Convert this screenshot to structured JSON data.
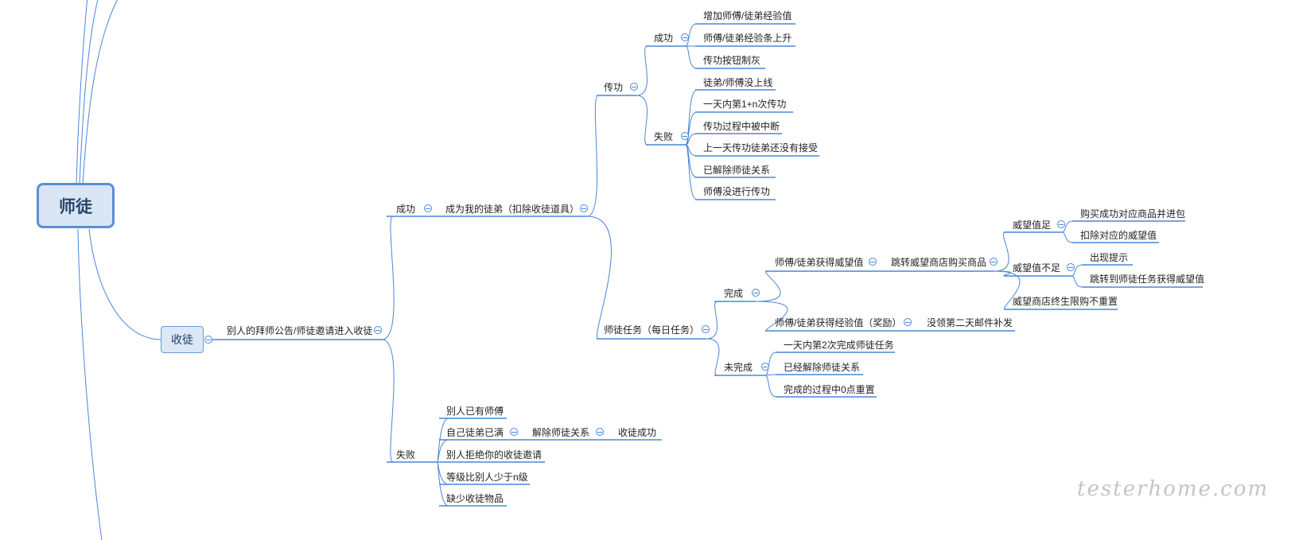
{
  "root": {
    "label": "师徒"
  },
  "main": {
    "label": "收徒"
  },
  "entry": {
    "label": "别人的拜师公告/师徒邀请进入收徒"
  },
  "success": {
    "label": "成功",
    "become": "成为我的徒弟（扣除收徒道具）",
    "chuangong": {
      "label": "传功",
      "ok": {
        "label": "成功",
        "items": [
          "增加师傅/徒弟经验值",
          "师傅/徒弟经验条上升",
          "传功按钮制灰"
        ]
      },
      "fail": {
        "label": "失败",
        "items": [
          "徒弟/师傅没上线",
          "一天内第1+n次传功",
          "传功过程中被中断",
          "上一天传功徒弟还没有接受",
          "已解除师徒关系",
          "师傅没进行传功"
        ]
      }
    },
    "task": {
      "label": "师徒任务（每日任务）",
      "done": {
        "label": "完成",
        "weiwang": {
          "label": "师傅/徒弟获得威望值",
          "shop": "跳转威望商店购买商品",
          "enough": {
            "label": "威望值足",
            "items": [
              "购买成功对应商品并进包",
              "扣除对应的威望值"
            ]
          },
          "lack": {
            "label": "威望值不足",
            "items": [
              "出现提示",
              "跳转到师徒任务获得威望值"
            ]
          },
          "limit": "威望商店终生限购不重置"
        },
        "exp": {
          "label": "师傅/徒弟获得经验值（奖励）",
          "resend": "没领第二天邮件补发"
        }
      },
      "undone": {
        "label": "未完成",
        "items": [
          "一天内第2次完成师徒任务",
          "已经解除师徒关系",
          "完成的过程中0点重置"
        ]
      }
    }
  },
  "failure": {
    "label": "失败",
    "items": [
      "别人已有师傅",
      "自己徒弟已满",
      "别人拒绝你的收徒邀请",
      "等级比别人少于n级",
      "缺少收徒物品"
    ],
    "unbind": "解除师徒关系",
    "unbind_result": "收徒成功"
  },
  "watermark": "testerhome.com",
  "colors": {
    "line": "#4a86d6",
    "root_fill": "#dae6f5",
    "root_border": "#5b8fd4",
    "main_fill": "#dce8f6"
  }
}
